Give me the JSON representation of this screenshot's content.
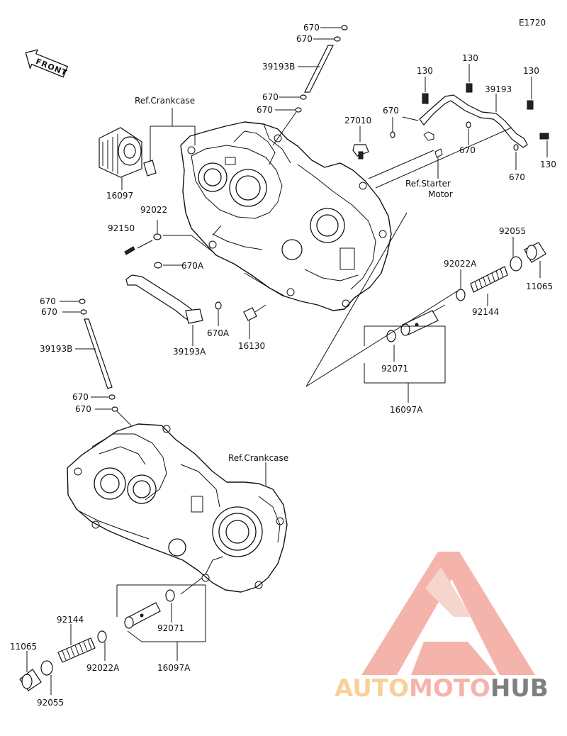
{
  "diagram_code": "E1720",
  "front_label": "FRONT",
  "refs": {
    "crankcase_top": "Ref.Crankcase",
    "crankcase_bottom": "Ref.Crankcase",
    "starter_line1": "Ref.Starter",
    "starter_line2": "Motor"
  },
  "labels": {
    "l670_a": "670",
    "l670_b": "670",
    "l39193B_top": "39193B",
    "l670_c": "670",
    "l670_d": "670",
    "l27010": "27010",
    "l130_a": "130",
    "l130_b": "130",
    "l130_c": "130",
    "l130_d": "130",
    "l39193": "39193",
    "l670_e": "670",
    "l670_f": "670",
    "l670_g": "670",
    "l16097": "16097",
    "l92022": "92022",
    "l92150": "92150",
    "l670A_a": "670A",
    "l670A_b": "670A",
    "l39193A": "39193A",
    "l16130": "16130",
    "l92055_top": "92055",
    "l11065_top": "11065",
    "l92022A_top": "92022A",
    "l92144_top": "92144",
    "l92071_top": "92071",
    "l16097A_top": "16097A",
    "l670_h": "670",
    "l670_i": "670",
    "l39193B_left": "39193B",
    "l670_j": "670",
    "l670_k": "670",
    "l92144_bot": "92144",
    "l11065_bot": "11065",
    "l92071_bot": "92071",
    "l92022A_bot": "92022A",
    "l16097A_bot": "16097A",
    "l92055_bot": "92055"
  },
  "watermark": {
    "part1": "AUTO",
    "part2": "MOTO",
    "part3": "HUB",
    "color1": "#f5c17a",
    "color2": "#f29b8f",
    "color3": "#555555"
  }
}
